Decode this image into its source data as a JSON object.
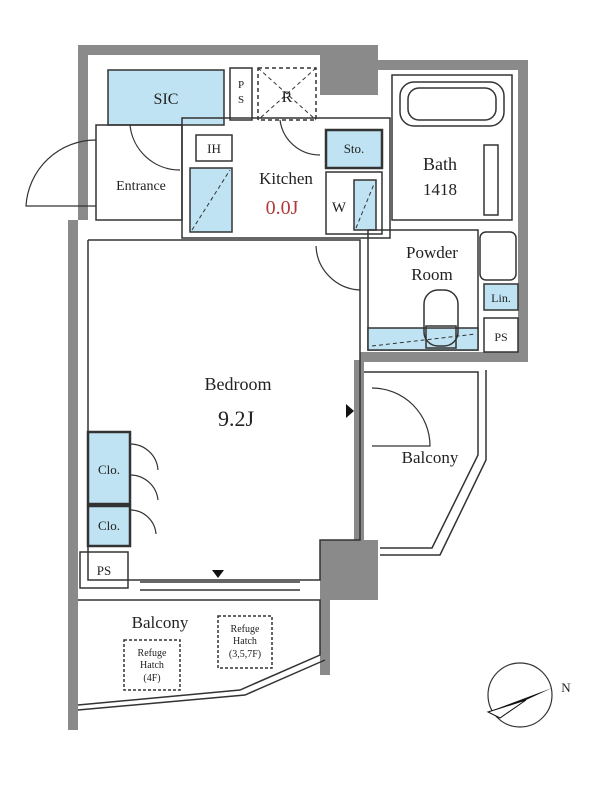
{
  "colors": {
    "wall": "#8a8a8a",
    "wall_light": "#b5b5b5",
    "storage_fill": "#bfe3f2",
    "line": "#333333",
    "accent_red": "#b03a3a",
    "arrow": "#111111"
  },
  "rooms": {
    "sic": "SIC",
    "ps_top": "P",
    "ps_top2": "S",
    "r_shaft": "R",
    "ih": "IH",
    "kitchen": "Kitchen",
    "kitchen_size": "0.0J",
    "storage": "Sto.",
    "washer": "W",
    "entrance": "Entrance",
    "bath": "Bath",
    "bath_size": "1418",
    "powder_line1": "Powder",
    "powder_line2": "Room",
    "linen": "Lin.",
    "ps_right": "PS",
    "bedroom": "Bedroom",
    "bedroom_size": "9.2J",
    "balcony_right": "Balcony",
    "closet_1": "Clo.",
    "closet_2": "Clo.",
    "ps_left": "PS",
    "balcony_bottom": "Balcony",
    "refuge_a_line1": "Refuge",
    "refuge_a_line2": "Hatch",
    "refuge_a_floor": "(4F)",
    "refuge_b_line1": "Refuge",
    "refuge_b_line2": "Hatch",
    "refuge_b_floor": "(3,5,7F)"
  },
  "compass": {
    "label": "N",
    "icon": "compass-north-arrow-icon"
  }
}
